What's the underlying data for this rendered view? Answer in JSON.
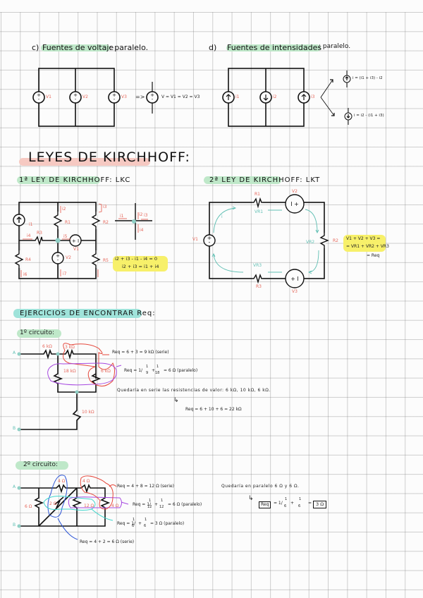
{
  "section_c": {
    "title_prefix": "c)",
    "title_highlight": "Fuentes de voltaje",
    "title_rest": ": paralelo.",
    "sources": [
      "V1",
      "V2",
      "V3"
    ],
    "arrow": "=>",
    "equation": "V = V1 = V2 = V3"
  },
  "section_d": {
    "title_prefix": "d)",
    "title_highlight": "Fuentes de intensidades",
    "title_rest": ": paralelo.",
    "sources": [
      "i1",
      "i2",
      "i3"
    ],
    "result_up": "i = (i1 + i3) - i2",
    "result_down": "i = i2 - (i1 + i3)"
  },
  "kirchhoff": {
    "title": "LEYES DE KIRCHHOFF:",
    "law1": {
      "title": "1ª LEY DE KIRCHHOFF: LKC",
      "labels": {
        "i1": "i1",
        "i2": "i2",
        "i3": "i3",
        "i4": "i4",
        "i5": "i5",
        "i6": "i6",
        "i7": "i7",
        "R1": "R1",
        "R2": "R2",
        "R3": "R3",
        "R4": "R4",
        "R5": "R5",
        "V1": "V1",
        "V2": "V2"
      },
      "node_labels": [
        "i1",
        "i2",
        "i3",
        "i4"
      ],
      "eq1": "i2 + i3 - i1 - i4 = 0",
      "eq2": "i2 + i3 = i1 + i4"
    },
    "law2": {
      "title": "2ª LEY DE KIRCHHOFF: LKT",
      "labels": {
        "R1": "R1",
        "R2": "R2",
        "R3": "R3",
        "V1": "V1",
        "V2": "V2",
        "V3": "V3",
        "VR1": "VR1",
        "VR2": "VR2",
        "VR3": "VR3",
        "i": "i"
      },
      "eq1": "V1 + V2 + V3 =",
      "eq2": "= VR1 + VR2 + VR3",
      "eq3": "= Req"
    }
  },
  "exercises": {
    "title": "EJERCICIOS DE ENCONTRAR Req:",
    "circuit1": {
      "title": "1º circuito:",
      "node_a": "A",
      "node_b": "B",
      "resistors": [
        "6 kΩ",
        "3 kΩ",
        "18 kΩ",
        "6 kΩ",
        "10 kΩ"
      ],
      "step1": "Req = 6 + 3 = 9 kΩ (serie)",
      "step2_left": "Req = 1/",
      "step2_frac1_num": "1",
      "step2_frac1_den": "9",
      "step2_frac2_num": "1",
      "step2_frac2_den": "18",
      "step2_right": "= 6 Ω (paralelo)",
      "step3": "Quedaría en serie las resistencias de valor: 6 kΩ, 10 kΩ, 6 kΩ.",
      "step4": "Req = 6 + 10 + 6 = 22 kΩ"
    },
    "circuit2": {
      "title": "2º circuito:",
      "node_a": "A",
      "node_b": "B",
      "resistors": [
        "4 Ω",
        "4 Ω",
        "6 Ω",
        "2 Ω",
        "12 Ω",
        "4 Ω"
      ],
      "step1": "Req = 4 + 8 = 12 Ω (serie)",
      "step2_left": "Req = 1/",
      "step2_frac1_num": "1",
      "step2_frac1_den": "12",
      "step2_frac2_num": "1",
      "step2_frac2_den": "12",
      "step2_right": "= 6 Ω (paralelo)",
      "step3_left": "Req = 1/",
      "step3_frac1_num": "1",
      "step3_frac1_den": "6",
      "step3_frac2_num": "1",
      "step3_frac2_den": "6",
      "step3_right": "= 3 Ω (paralelo)",
      "step4": "Req = 4 + 2 = 6 Ω (serie)",
      "conclusion": "Quedaría en paralelo 6 Ω y 6 Ω.",
      "final_left": "Req",
      "final_mid": "= 1/",
      "final_frac1_num": "1",
      "final_frac1_den": "6",
      "final_frac2_num": "1",
      "final_frac2_den": "6",
      "final_result": "3 Ω"
    }
  },
  "colors": {
    "ink": "#111111",
    "label_red": "#e5665a",
    "teal": "#5fbfb3",
    "highlight_green": "#bfe8c9",
    "highlight_pink": "#f6c9c2",
    "highlight_teal": "#9fe3da",
    "highlight_yellow": "#f7f06a",
    "loop_red": "#e5473b",
    "loop_purple": "#a648e0",
    "loop_blue": "#2c55d6",
    "loop_cyan": "#3fd6cc"
  }
}
